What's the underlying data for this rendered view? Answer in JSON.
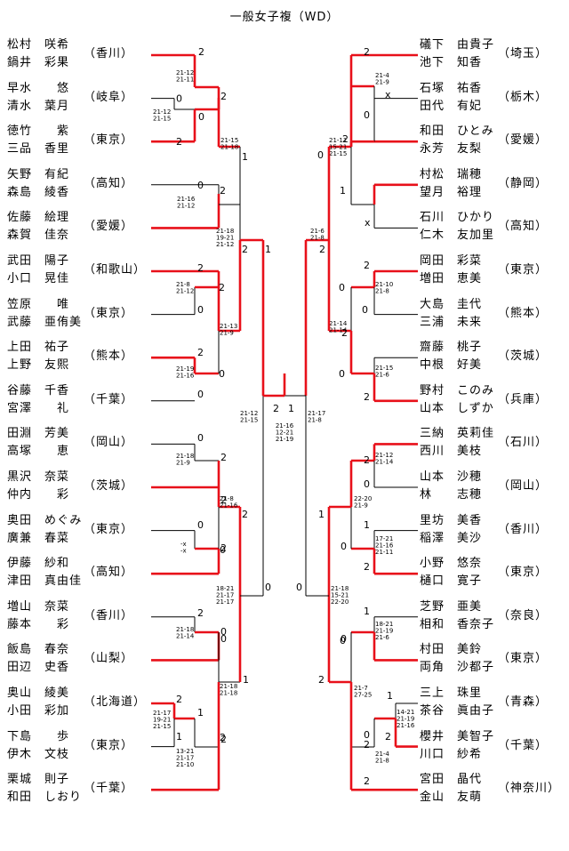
{
  "title": "一般女子複（WD）",
  "left_teams": [
    {
      "p1": "松村　咲希",
      "p2": "鍋井　彩果",
      "pref": "香川"
    },
    {
      "p1": "早水　　悠",
      "p2": "清水　葉月",
      "pref": "岐阜"
    },
    {
      "p1": "徳竹　　紫",
      "p2": "三品　香里",
      "pref": "東京"
    },
    {
      "p1": "矢野　有紀",
      "p2": "森島　綾香",
      "pref": "高知"
    },
    {
      "p1": "佐藤　絵理",
      "p2": "森賀　佳奈",
      "pref": "愛媛"
    },
    {
      "p1": "武田　陽子",
      "p2": "小口　晃佳",
      "pref": "和歌山"
    },
    {
      "p1": "笠原　　唯",
      "p2": "武藤　亜侑美",
      "pref": "東京"
    },
    {
      "p1": "上田　祐子",
      "p2": "上野　友熙",
      "pref": "熊本"
    },
    {
      "p1": "谷藤　千香",
      "p2": "宮澤　　礼",
      "pref": "千葉"
    },
    {
      "p1": "田淵　芳美",
      "p2": "高塚　　恵",
      "pref": "岡山"
    },
    {
      "p1": "黒沢　奈菜",
      "p2": "仲内　　彩",
      "pref": "茨城"
    },
    {
      "p1": "奥田　めぐみ",
      "p2": "廣兼　春菜",
      "pref": "東京"
    },
    {
      "p1": "伊藤　紗和",
      "p2": "津田　真由佳",
      "pref": "高知"
    },
    {
      "p1": "増山　奈菜",
      "p2": "藤本　　彩",
      "pref": "香川"
    },
    {
      "p1": "飯島　春奈",
      "p2": "田辺　史香",
      "pref": "山梨"
    },
    {
      "p1": "奥山　綾美",
      "p2": "小田　彩加",
      "pref": "北海道"
    },
    {
      "p1": "下島　　歩",
      "p2": "伊木　文枝",
      "pref": "東京"
    },
    {
      "p1": "栗城　則子",
      "p2": "和田　しおり",
      "pref": "千葉"
    }
  ],
  "right_teams": [
    {
      "p1": "礒下　由貴子",
      "p2": "池下　知香",
      "pref": "埼玉"
    },
    {
      "p1": "石塚　祐香",
      "p2": "田代　有妃",
      "pref": "栃木"
    },
    {
      "p1": "和田　ひとみ",
      "p2": "永芳　友梨",
      "pref": "愛媛"
    },
    {
      "p1": "村松　瑞穂",
      "p2": "望月　裕理",
      "pref": "静岡"
    },
    {
      "p1": "石川　ひかり",
      "p2": "仁木　友加里",
      "pref": "高知"
    },
    {
      "p1": "岡田　彩菜",
      "p2": "増田　恵美",
      "pref": "東京"
    },
    {
      "p1": "大島　圭代",
      "p2": "三浦　未来",
      "pref": "熊本"
    },
    {
      "p1": "齋藤　桃子",
      "p2": "中根　好美",
      "pref": "茨城"
    },
    {
      "p1": "野村　このみ",
      "p2": "山本　しずか",
      "pref": "兵庫"
    },
    {
      "p1": "三納　英莉佳",
      "p2": "西川　美枝",
      "pref": "石川"
    },
    {
      "p1": "山本　沙穂",
      "p2": "林　　志穂",
      "pref": "岡山"
    },
    {
      "p1": "里坊　美香",
      "p2": "稲澤　美沙",
      "pref": "香川"
    },
    {
      "p1": "小野　悠奈",
      "p2": "樋口　寛子",
      "pref": "東京"
    },
    {
      "p1": "芝野　亜美",
      "p2": "相和　香奈子",
      "pref": "奈良"
    },
    {
      "p1": "村田　美鈴",
      "p2": "両角　沙都子",
      "pref": "東京"
    },
    {
      "p1": "三上　珠里",
      "p2": "茶谷　眞由子",
      "pref": "青森"
    },
    {
      "p1": "櫻井　美智子",
      "p2": "川口　紗希",
      "pref": "千葉"
    },
    {
      "p1": "宮田　晶代",
      "p2": "金山　友萌",
      "pref": "神奈川"
    }
  ],
  "matches": [
    {
      "id": "L1",
      "a": "0",
      "b": "2",
      "games": [
        "21-12",
        "21-15"
      ]
    },
    {
      "id": "L2",
      "a": "2",
      "b": "0",
      "games": [
        "21-12",
        "21-11"
      ]
    },
    {
      "id": "L3",
      "a": "2",
      "b": "1",
      "games": [
        "21-15",
        "21-18"
      ]
    },
    {
      "id": "L4",
      "a": "0",
      "b": "2",
      "games": [
        "21-16",
        "21-12"
      ]
    },
    {
      "id": "L5",
      "a": "2",
      "b": "0",
      "games": [
        "21-8",
        "21-12"
      ]
    },
    {
      "id": "L6",
      "a": "2",
      "b": "0",
      "games": [
        "21-19",
        "21-16"
      ]
    },
    {
      "id": "L7",
      "a": "2",
      "b": "0",
      "games": [
        "21-13",
        "21-9"
      ]
    },
    {
      "id": "L8",
      "a": "1",
      "b": "2",
      "games": [
        "21-18",
        "19-21",
        "21-12"
      ]
    },
    {
      "id": "L9",
      "a": "0",
      "b": "2",
      "games": [
        "21-18",
        "21-9"
      ]
    },
    {
      "id": "L10",
      "a": "0",
      "b": "2",
      "games": [
        "-x",
        "-x"
      ]
    },
    {
      "id": "L11",
      "a": "2",
      "b": "0",
      "games": [
        "21-8",
        "21-16"
      ]
    },
    {
      "id": "L12",
      "a": "2",
      "b": "0",
      "games": [
        "21-18",
        "21-14"
      ]
    },
    {
      "id": "L13",
      "a": "2",
      "b": "1",
      "games": [
        "21-17",
        "19-21",
        "21-15"
      ]
    },
    {
      "id": "L14",
      "a": "1",
      "b": "2",
      "games": [
        "13-21",
        "21-17",
        "21-10"
      ]
    },
    {
      "id": "L15",
      "a": "0",
      "b": "2",
      "games": [
        "21-18",
        "21-18"
      ]
    },
    {
      "id": "L16",
      "a": "2",
      "b": "1",
      "games": [
        "18-21",
        "21-17",
        "21-17"
      ]
    },
    {
      "id": "L17",
      "a": "2",
      "b": "0",
      "games": [
        "21-12",
        "21-15"
      ]
    },
    {
      "id": "F",
      "a": "2",
      "b": "1",
      "games": [
        "21-16",
        "12-21",
        "21-19"
      ]
    },
    {
      "id": "R1",
      "a": "2",
      "b": "x",
      "games": [
        "21-4",
        "21-9"
      ]
    },
    {
      "id": "R2",
      "a": "1",
      "b": "x",
      "games": []
    },
    {
      "id": "R3",
      "a": "0",
      "b": "2",
      "games": [
        "21-11",
        "15-21",
        "21-15"
      ]
    },
    {
      "id": "R4",
      "a": "0",
      "b": "2",
      "games": [
        "21-10",
        "21-8"
      ]
    },
    {
      "id": "R5",
      "a": "0",
      "b": "2",
      "games": [
        "21-15",
        "21-6"
      ]
    },
    {
      "id": "R6",
      "a": "0",
      "b": "2",
      "games": [
        "21-14",
        "21-14"
      ]
    },
    {
      "id": "R7",
      "a": "0",
      "b": "2",
      "games": [
        "21-6",
        "21-8"
      ]
    },
    {
      "id": "R8",
      "a": "2",
      "b": "0",
      "games": [
        "21-12",
        "21-14"
      ]
    },
    {
      "id": "R9",
      "a": "1",
      "b": "2",
      "games": [
        "17-21",
        "21-16",
        "21-11"
      ]
    },
    {
      "id": "R10",
      "a": "1",
      "b": "2",
      "games": [
        "22-20",
        "21-9"
      ]
    },
    {
      "id": "R11",
      "a": "2",
      "b": "0",
      "games": [
        "18-21",
        "21-19",
        "21-6"
      ]
    },
    {
      "id": "R12",
      "a": "1",
      "b": "2",
      "games": [
        "14-21",
        "21-19",
        "21-16"
      ]
    },
    {
      "id": "R13",
      "a": "0",
      "b": "2",
      "games": [
        "21-4",
        "21-8"
      ]
    },
    {
      "id": "R14",
      "a": "0",
      "b": "2",
      "games": [
        "21-7",
        "27-25"
      ]
    },
    {
      "id": "R15",
      "a": "0",
      "b": "2",
      "games": [
        "21-18",
        "15-21",
        "22-20"
      ]
    },
    {
      "id": "R16",
      "a": "2",
      "b": "1",
      "games": [
        "21-17",
        "21-8"
      ]
    }
  ],
  "colors": {
    "winner_line": "#e8101a",
    "loser_line": "#000000"
  }
}
